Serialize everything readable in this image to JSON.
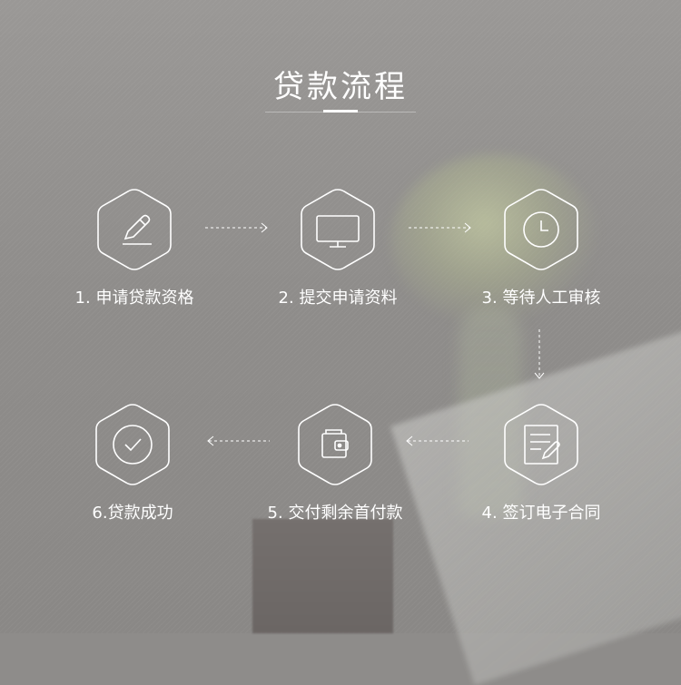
{
  "title": "贷款流程",
  "steps": [
    {
      "label": "1. 申请贷款资格",
      "icon": "pen-icon"
    },
    {
      "label": "2. 提交申请资料",
      "icon": "monitor-icon"
    },
    {
      "label": "3. 等待人工审核",
      "icon": "clock-icon"
    },
    {
      "label": "4. 签订电子合同",
      "icon": "document-icon"
    },
    {
      "label": "5. 交付剩余首付款",
      "icon": "wallet-icon"
    },
    {
      "label": "6.贷款成功",
      "icon": "checkmark-icon"
    }
  ],
  "colors": {
    "icon_stroke": "#ffffff"
  }
}
